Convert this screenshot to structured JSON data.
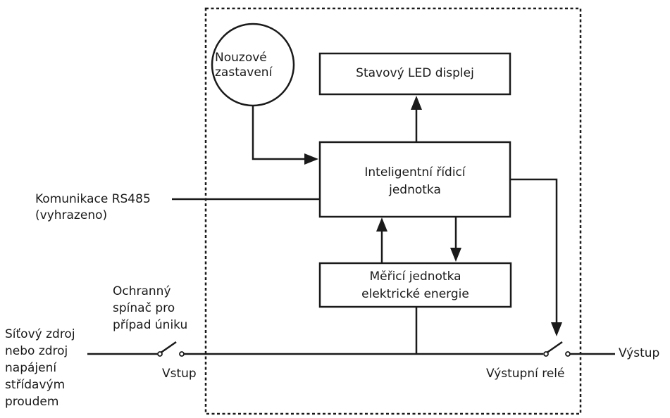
{
  "emergency_stop": {
    "line1": "Nouzové",
    "line2": "zastavení"
  },
  "led_display": {
    "label": "Stavový LED displej"
  },
  "control_unit": {
    "line1": "Inteligentní řídicí",
    "line2": "jednotka"
  },
  "rs485": {
    "line1": "Komunikace RS485",
    "line2": "(vyhrazeno)"
  },
  "metering_unit": {
    "line1": "Měřicí jednotka",
    "line2": "elektrické energie"
  },
  "leakage_switch": {
    "line1": "Ochranný",
    "line2": "spínač pro",
    "line3": "případ úniku"
  },
  "power_source": {
    "line1": "Síťový zdroj",
    "line2": "nebo zdroj",
    "line3": "napájení",
    "line4": "střídavým",
    "line5": "proudem"
  },
  "input": {
    "label": "Vstup"
  },
  "output_relay": {
    "label": "Výstupní relé"
  },
  "output": {
    "label": "Výstup"
  }
}
